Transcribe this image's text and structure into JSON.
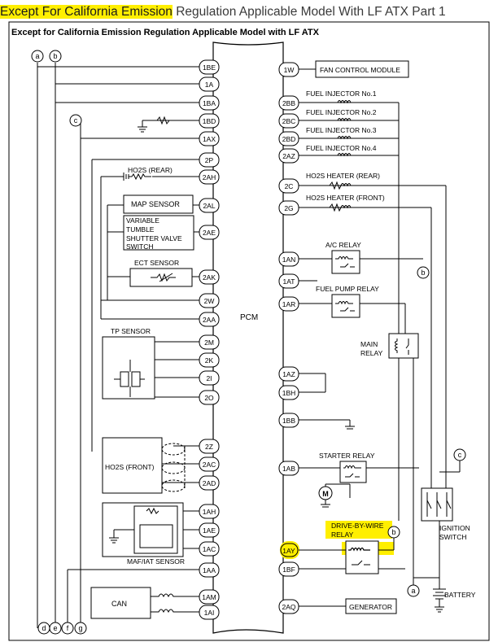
{
  "header": {
    "title_highlight": "Except For California Emission",
    "title_rest": " Regulation Applicable Model With LF ATX Part 1"
  },
  "diagram": {
    "subtitle": "Except for California Emission Regulation Applicable Model with LF ATX",
    "center_label": "PCM",
    "left_terminals": [
      "1BE",
      "1A",
      "1BA",
      "1BD",
      "1AX",
      "2P",
      "2AH",
      "2AL",
      "2AE",
      "2AK",
      "2W",
      "2AA",
      "2M",
      "2K",
      "2I",
      "2O",
      "2Z",
      "2AC",
      "2AD",
      "1AH",
      "1AE",
      "1AC",
      "1AA",
      "1AM",
      "1AI"
    ],
    "right_terminals": [
      "1W",
      "2BB",
      "2BC",
      "2BD",
      "2AZ",
      "2C",
      "2G",
      "1AN",
      "1AT",
      "1AR",
      "1AZ",
      "1BH",
      "1BB",
      "1AB",
      "1AY",
      "1BF",
      "2AQ"
    ],
    "left_components": {
      "ho2s_rear": "HO2S (REAR)",
      "map_sensor": "MAP SENSOR",
      "vtsv": [
        "VARIABLE",
        "TUMBLE",
        "SHUTTER VALVE",
        "SWITCH"
      ],
      "ect_sensor": "ECT SENSOR",
      "tp_sensor": "TP SENSOR",
      "ho2s_front": "HO2S (FRONT)",
      "maf_iat": "MAF/IAT SENSOR",
      "can": "CAN"
    },
    "right_components": {
      "fan_module": "FAN CONTROL MODULE",
      "injectors": [
        "FUEL INJECTOR No.1",
        "FUEL INJECTOR No.2",
        "FUEL INJECTOR No.3",
        "FUEL INJECTOR No.4"
      ],
      "ho2s_heater_rear": "HO2S HEATER (REAR)",
      "ho2s_heater_front": "HO2S HEATER (FRONT)",
      "ac_relay": "A/C RELAY",
      "fuel_pump_relay": "FUEL PUMP RELAY",
      "main_relay": [
        "MAIN",
        "RELAY"
      ],
      "starter_relay": "STARTER RELAY",
      "dbw_relay": [
        "DRIVE-BY-WIRE",
        "RELAY"
      ],
      "ignition_switch": [
        "IGNITION",
        "SWITCH"
      ],
      "battery": "BATTERY",
      "generator": "GENERATOR"
    },
    "connectors": {
      "a": "a",
      "b": "b",
      "c": "c",
      "d": "d",
      "e": "e",
      "f": "f",
      "g": "g",
      "m": "M"
    }
  },
  "colors": {
    "highlight": "#ffef00"
  }
}
